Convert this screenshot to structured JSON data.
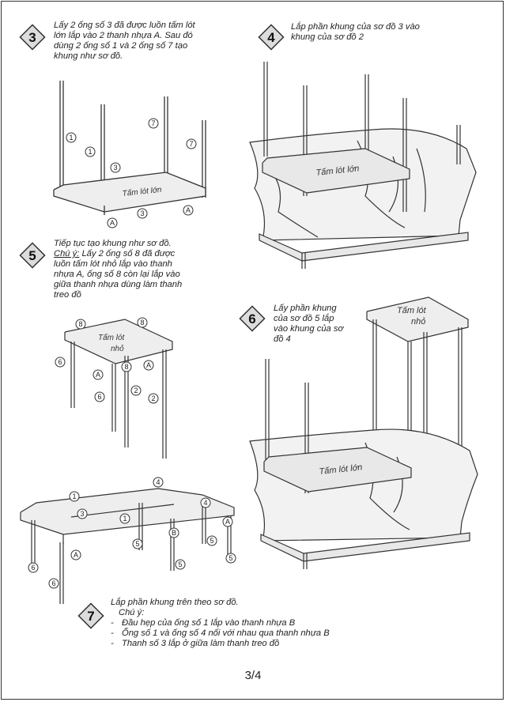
{
  "page_number": "3/4",
  "steps": [
    {
      "number": "3",
      "lines": [
        "Lấy 2 ống số 3 đã được luồn tấm lót",
        "lớn lắp vào 2 thanh nhựa A. Sau đó",
        "dùng 2 ống số 1 và 2 ống số 7 tạo",
        "khung như sơ đồ."
      ],
      "panel_label": "Tấm lót lớn",
      "part_labels": [
        "1",
        "1",
        "3",
        "3",
        "7",
        "7",
        "A",
        "A"
      ]
    },
    {
      "number": "4",
      "lines": [
        "Lắp phần khung của sơ đồ 3 vào",
        "khung của sơ đồ 2"
      ],
      "panel_label": "Tấm lót lớn"
    },
    {
      "number": "5",
      "lines": [
        "Tiếp tục tạo khung như sơ đồ."
      ],
      "note_label": "Chú ý:",
      "note_lines": [
        "Lấy 2 ống số 8 đã được",
        "luồn tấm lót nhỏ lắp vào thanh",
        "nhựa A, ống số 8 còn lại lắp vào",
        "giữa thanh nhựa dùng làm thanh",
        "treo đồ"
      ],
      "panel_label_1": "Tấm lót",
      "panel_label_2": "nhỏ",
      "part_labels": [
        "8",
        "8",
        "8",
        "6",
        "A",
        "A",
        "6",
        "2",
        "2"
      ]
    },
    {
      "number": "6",
      "lines": [
        "Lấy phần khung",
        "của sơ đồ 5 lắp",
        "vào khung của sơ",
        "đồ 4"
      ],
      "panel_top_1": "Tấm lót",
      "panel_top_2": "nhỏ",
      "panel_label": "Tấm lót lớn"
    },
    {
      "number": "7",
      "lines": [
        "Lắp phần khung trên theo sơ đồ."
      ],
      "note_label": "Chú ý:",
      "notes": [
        "Đầu hẹp của ống số 1 lắp vào thanh nhựa B",
        "Ống số 1 và ống số 4 nối với nhau qua thanh nhựa B",
        "Thanh số 3 lắp ở giữa làm thanh treo đồ"
      ],
      "part_labels": [
        "1",
        "4",
        "3",
        "1",
        "4",
        "A",
        "B",
        "5",
        "5",
        "A",
        "6",
        "6",
        "5",
        "5"
      ]
    }
  ]
}
